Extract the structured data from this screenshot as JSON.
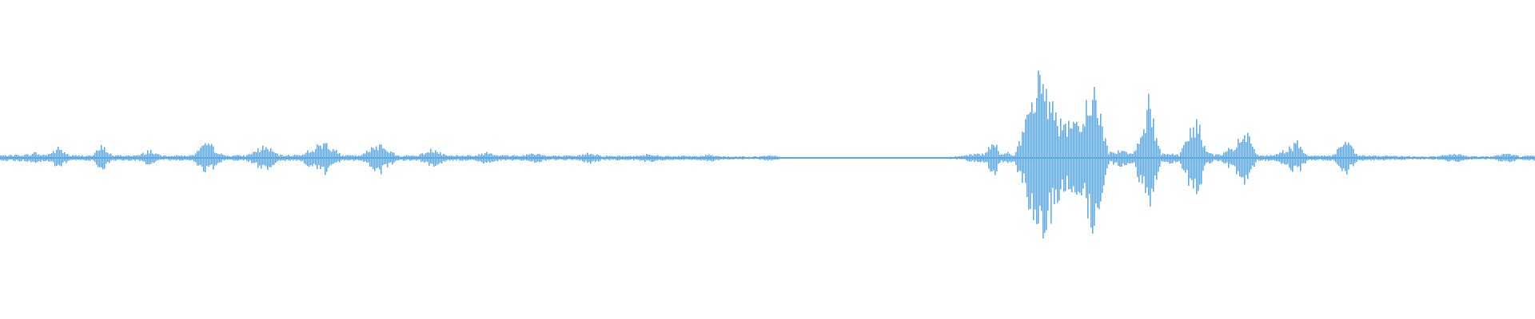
{
  "waveform": {
    "color": "#5aa9e6",
    "background": "#ffffff",
    "envelope": [
      [
        0.0,
        0.025
      ],
      [
        0.012,
        0.03
      ],
      [
        0.018,
        0.035
      ],
      [
        0.022,
        0.055
      ],
      [
        0.027,
        0.03
      ],
      [
        0.032,
        0.045
      ],
      [
        0.038,
        0.1
      ],
      [
        0.045,
        0.025
      ],
      [
        0.06,
        0.025
      ],
      [
        0.066,
        0.12
      ],
      [
        0.073,
        0.025
      ],
      [
        0.09,
        0.025
      ],
      [
        0.097,
        0.08
      ],
      [
        0.104,
        0.025
      ],
      [
        0.125,
        0.025
      ],
      [
        0.135,
        0.15
      ],
      [
        0.145,
        0.025
      ],
      [
        0.16,
        0.025
      ],
      [
        0.172,
        0.12
      ],
      [
        0.182,
        0.025
      ],
      [
        0.195,
        0.03
      ],
      [
        0.212,
        0.16
      ],
      [
        0.222,
        0.025
      ],
      [
        0.235,
        0.025
      ],
      [
        0.247,
        0.15
      ],
      [
        0.258,
        0.025
      ],
      [
        0.272,
        0.025
      ],
      [
        0.282,
        0.09
      ],
      [
        0.292,
        0.025
      ],
      [
        0.31,
        0.025
      ],
      [
        0.317,
        0.07
      ],
      [
        0.325,
        0.025
      ],
      [
        0.34,
        0.025
      ],
      [
        0.348,
        0.055
      ],
      [
        0.356,
        0.02
      ],
      [
        0.375,
        0.02
      ],
      [
        0.384,
        0.055
      ],
      [
        0.392,
        0.02
      ],
      [
        0.415,
        0.02
      ],
      [
        0.422,
        0.045
      ],
      [
        0.43,
        0.02
      ],
      [
        0.455,
        0.018
      ],
      [
        0.462,
        0.035
      ],
      [
        0.47,
        0.015
      ],
      [
        0.495,
        0.015
      ],
      [
        0.5,
        0.025
      ],
      [
        0.51,
        0.008
      ],
      [
        0.54,
        0.006
      ],
      [
        0.56,
        0.004
      ],
      [
        0.604,
        0.004
      ],
      [
        0.606,
        0.0
      ],
      [
        0.612,
        0.0
      ],
      [
        0.614,
        0.006
      ],
      [
        0.625,
        0.015
      ],
      [
        0.635,
        0.04
      ],
      [
        0.642,
        0.05
      ],
      [
        0.647,
        0.17
      ],
      [
        0.652,
        0.03
      ],
      [
        0.656,
        0.06
      ],
      [
        0.66,
        0.03
      ],
      [
        0.666,
        0.25
      ],
      [
        0.672,
        0.55
      ],
      [
        0.678,
        0.85
      ],
      [
        0.682,
        0.7
      ],
      [
        0.69,
        0.35
      ],
      [
        0.698,
        0.3
      ],
      [
        0.705,
        0.35
      ],
      [
        0.711,
        0.75
      ],
      [
        0.716,
        0.45
      ],
      [
        0.722,
        0.05
      ],
      [
        0.73,
        0.08
      ],
      [
        0.738,
        0.05
      ],
      [
        0.745,
        0.35
      ],
      [
        0.748,
        0.55
      ],
      [
        0.752,
        0.3
      ],
      [
        0.756,
        0.04
      ],
      [
        0.762,
        0.05
      ],
      [
        0.768,
        0.03
      ],
      [
        0.775,
        0.28
      ],
      [
        0.78,
        0.35
      ],
      [
        0.786,
        0.05
      ],
      [
        0.795,
        0.03
      ],
      [
        0.805,
        0.14
      ],
      [
        0.812,
        0.25
      ],
      [
        0.818,
        0.03
      ],
      [
        0.83,
        0.025
      ],
      [
        0.845,
        0.15
      ],
      [
        0.852,
        0.025
      ],
      [
        0.868,
        0.025
      ],
      [
        0.876,
        0.18
      ],
      [
        0.884,
        0.025
      ],
      [
        0.9,
        0.02
      ],
      [
        0.914,
        0.018
      ],
      [
        0.925,
        0.015
      ],
      [
        0.935,
        0.015
      ],
      [
        0.944,
        0.035
      ],
      [
        0.95,
        0.035
      ],
      [
        0.956,
        0.015
      ],
      [
        0.97,
        0.015
      ],
      [
        0.982,
        0.045
      ],
      [
        0.99,
        0.015
      ],
      [
        1.0,
        0.03
      ]
    ]
  }
}
